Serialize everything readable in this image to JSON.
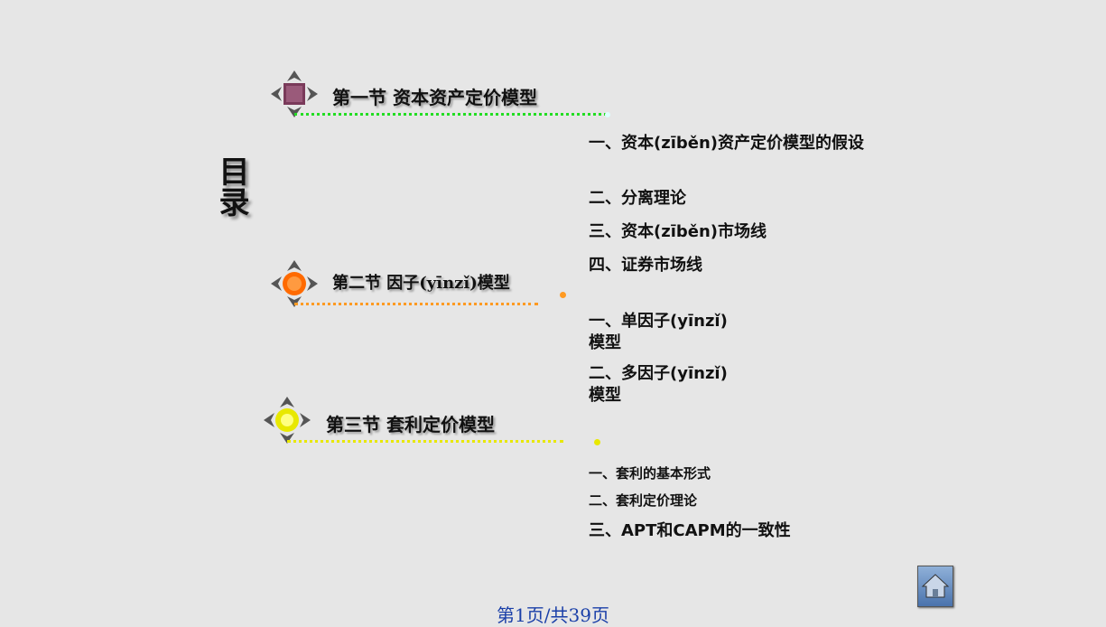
{
  "toc_title": "目录",
  "sections": [
    {
      "title": "第一节  资本资产定价模型",
      "color": "#7a3a5a",
      "line_color": "#22dd22",
      "items": [
        "一、资本(zīběn)资产定价模型的假设",
        "二、分离理论",
        "三、资本(zīběn)市场线",
        "四、证券市场线"
      ]
    },
    {
      "title": "第二节  因子(yīnzǐ)模型",
      "color": "#ff6a00",
      "line_color": "#ff9a22",
      "items": [
        "一、单因子(yīnzǐ)模型",
        "二、多因子(yīnzǐ)模型"
      ]
    },
    {
      "title": "第三节  套利定价模型",
      "color": "#e8e800",
      "line_color": "#e8e800",
      "items": [
        "一、套利的基本形式",
        "二、套利定价理论",
        "三、APT和CAPM的一致性"
      ]
    }
  ],
  "footer": "第1页/共39页",
  "home_button": {
    "icon": "home-icon"
  }
}
